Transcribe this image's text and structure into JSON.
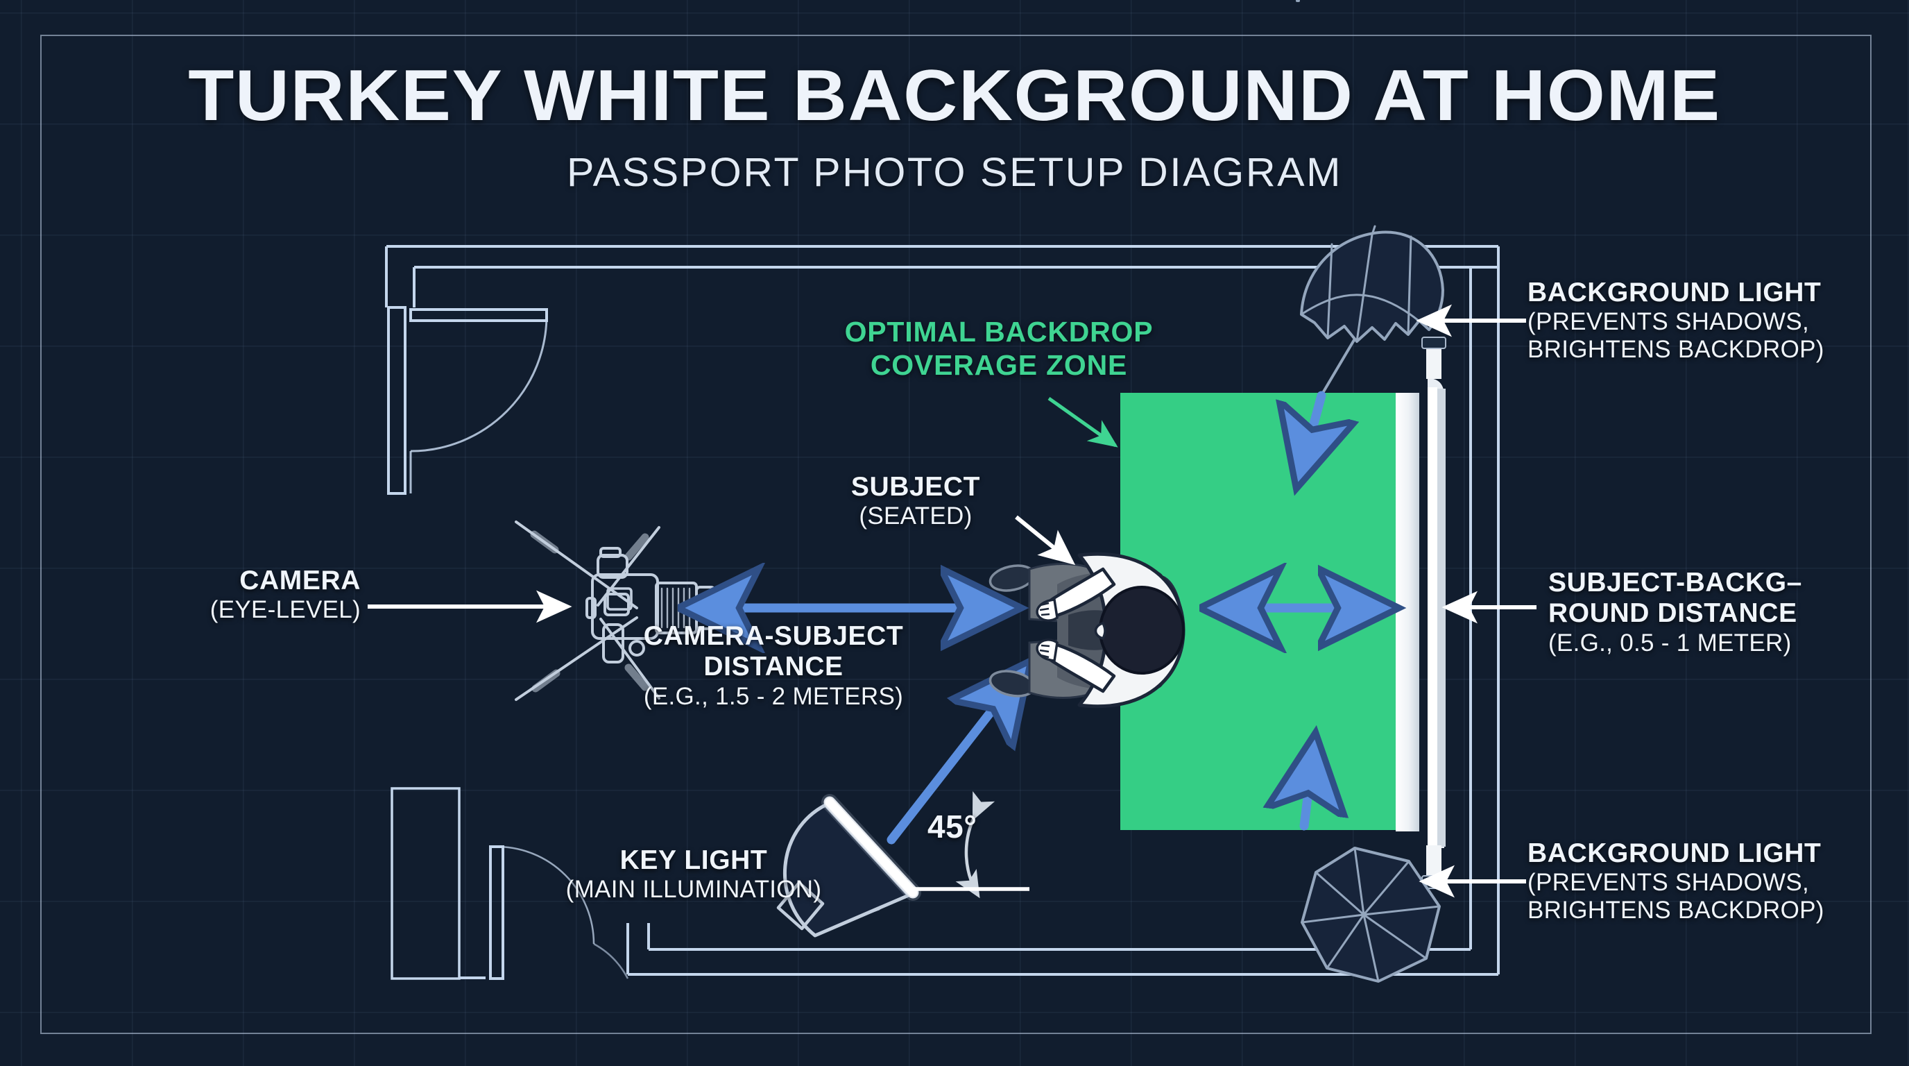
{
  "header": {
    "title": "TURKEY WHITE BACKGROUND AT HOME",
    "subtitle": "PASSPORT PHOTO SETUP DIAGRAM"
  },
  "colors": {
    "background": "#111d2e",
    "frame": "#c4d6ec",
    "accent_green": "#35ce85",
    "accent_blue": "#5b8ede",
    "text": "#f0f5fb",
    "zone_text": "#3fd492",
    "backdrop_white": "#f2f5f8"
  },
  "zone": {
    "line1": "OPTIMAL BACKDROP",
    "line2": "COVERAGE ZONE"
  },
  "labels": {
    "camera": {
      "title": "CAMERA",
      "sub": "(EYE-LEVEL)"
    },
    "subject": {
      "title": "SUBJECT",
      "sub": "(SEATED)"
    },
    "camera_subject_distance": {
      "title_line1": "CAMERA-SUBJECT",
      "title_line2": "DISTANCE",
      "sub": "(E.G., 1.5 - 2 METERS)"
    },
    "key_light": {
      "title": "KEY LIGHT",
      "sub": "(MAIN ILLUMINATION)"
    },
    "angle": "45°",
    "bg_light_top": {
      "title": "BACKGROUND LIGHT",
      "sub_line1": "(PREVENTS SHADOWS,",
      "sub_line2": "BRIGHTENS BACKDROP)"
    },
    "bg_light_bottom": {
      "title": "BACKGROUND LIGHT",
      "sub_line1": "(PREVENTS SHADOWS,",
      "sub_line2": "BRIGHTENS BACKDROP)"
    },
    "subject_background_distance": {
      "title_line1": "SUBJECT-BACKG–",
      "title_line2": "ROUND DISTANCE",
      "sub": "(E.G., 0.5 - 1 METER)"
    }
  }
}
